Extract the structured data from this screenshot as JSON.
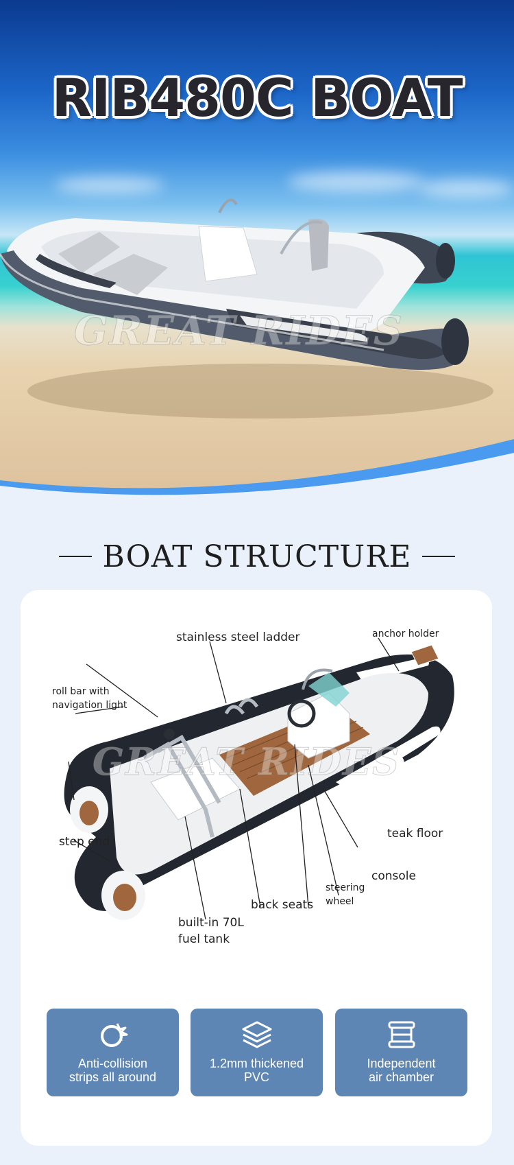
{
  "hero": {
    "title": "RIB480C BOAT",
    "watermark": "GREAT RIDES"
  },
  "section": {
    "heading": "BOAT STRUCTURE"
  },
  "diagram": {
    "watermark": "GREAT RIDES",
    "labels": {
      "ladder": "stainless steel ladder",
      "anchor": "anchor holder",
      "rollbar_line1": "roll bar with",
      "rollbar_line2": "navigation light",
      "step_end": "step end",
      "teak_floor": "teak floor",
      "console": "console",
      "steering_line1": "steering",
      "steering_line2": "wheel",
      "back_seats": "back seats",
      "fuel_line1": "built-in 70L",
      "fuel_line2": "fuel tank"
    }
  },
  "features": [
    {
      "icon": "anti-collision-ring-icon",
      "line1": "Anti-collision",
      "line2": "strips all around"
    },
    {
      "icon": "layers-icon",
      "line1": "1.2mm thickened",
      "line2": "PVC"
    },
    {
      "icon": "air-chamber-icon",
      "line1": "Independent",
      "line2": "air chamber"
    }
  ],
  "colors": {
    "feature_tile": "#5d86b4",
    "wave_blue": "#4a9bf0",
    "page_bg": "#eaf1fb",
    "title_text": "#26262c"
  }
}
